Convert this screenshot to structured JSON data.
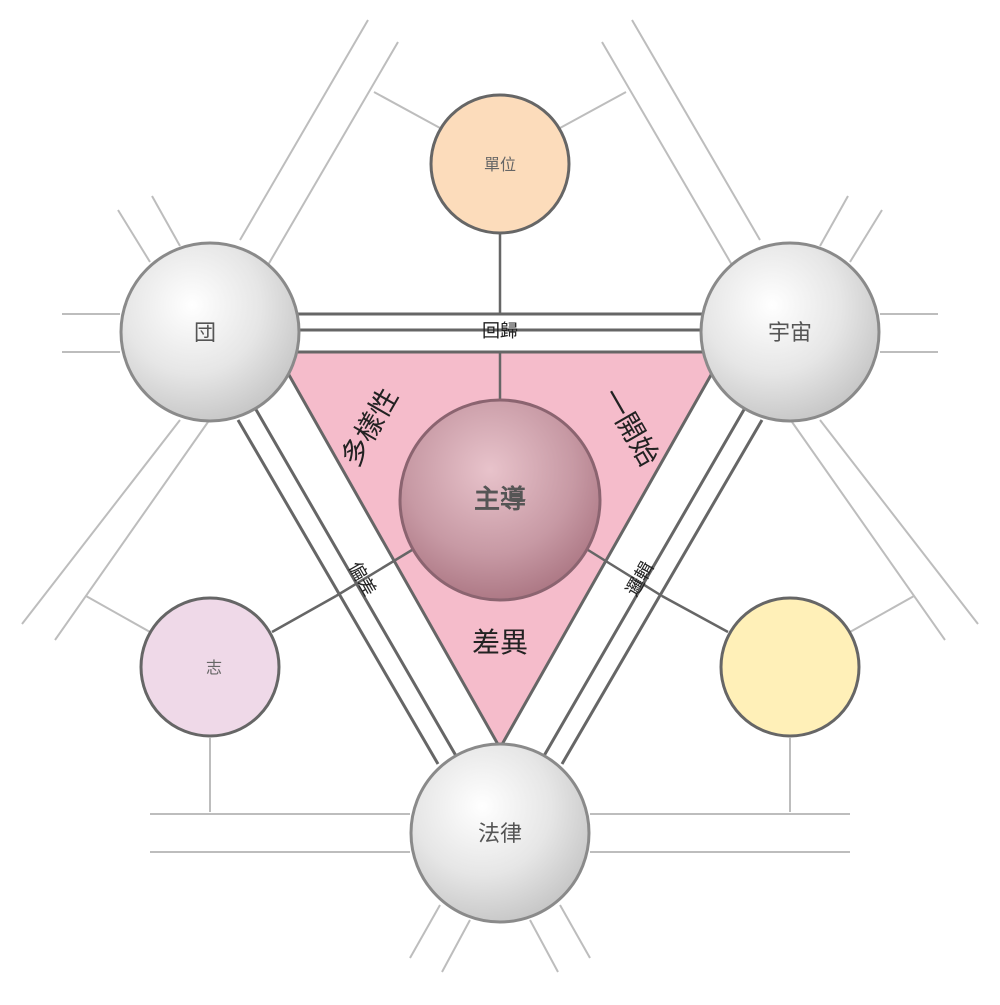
{
  "colors": {
    "triangle_fill": "#f5bccb",
    "band_fill": "#ffffff",
    "band_stroke": "#666666",
    "gray_node": "#e0e0e0",
    "center_node": "#b98692",
    "unit_node": "#fcdcbb",
    "will_node": "#efd9e8",
    "yellow_node": "#fff0b8"
  },
  "nodes": {
    "group": "団",
    "universe": "宇宙",
    "law": "法律",
    "center": "主導",
    "unit": "單位",
    "will": "志",
    "yellow": ""
  },
  "bands": {
    "top": "回歸",
    "left": "偏差",
    "right": "邏輯"
  },
  "regions": {
    "left": "多樣性",
    "right": "一開始",
    "bottom": "差異"
  }
}
